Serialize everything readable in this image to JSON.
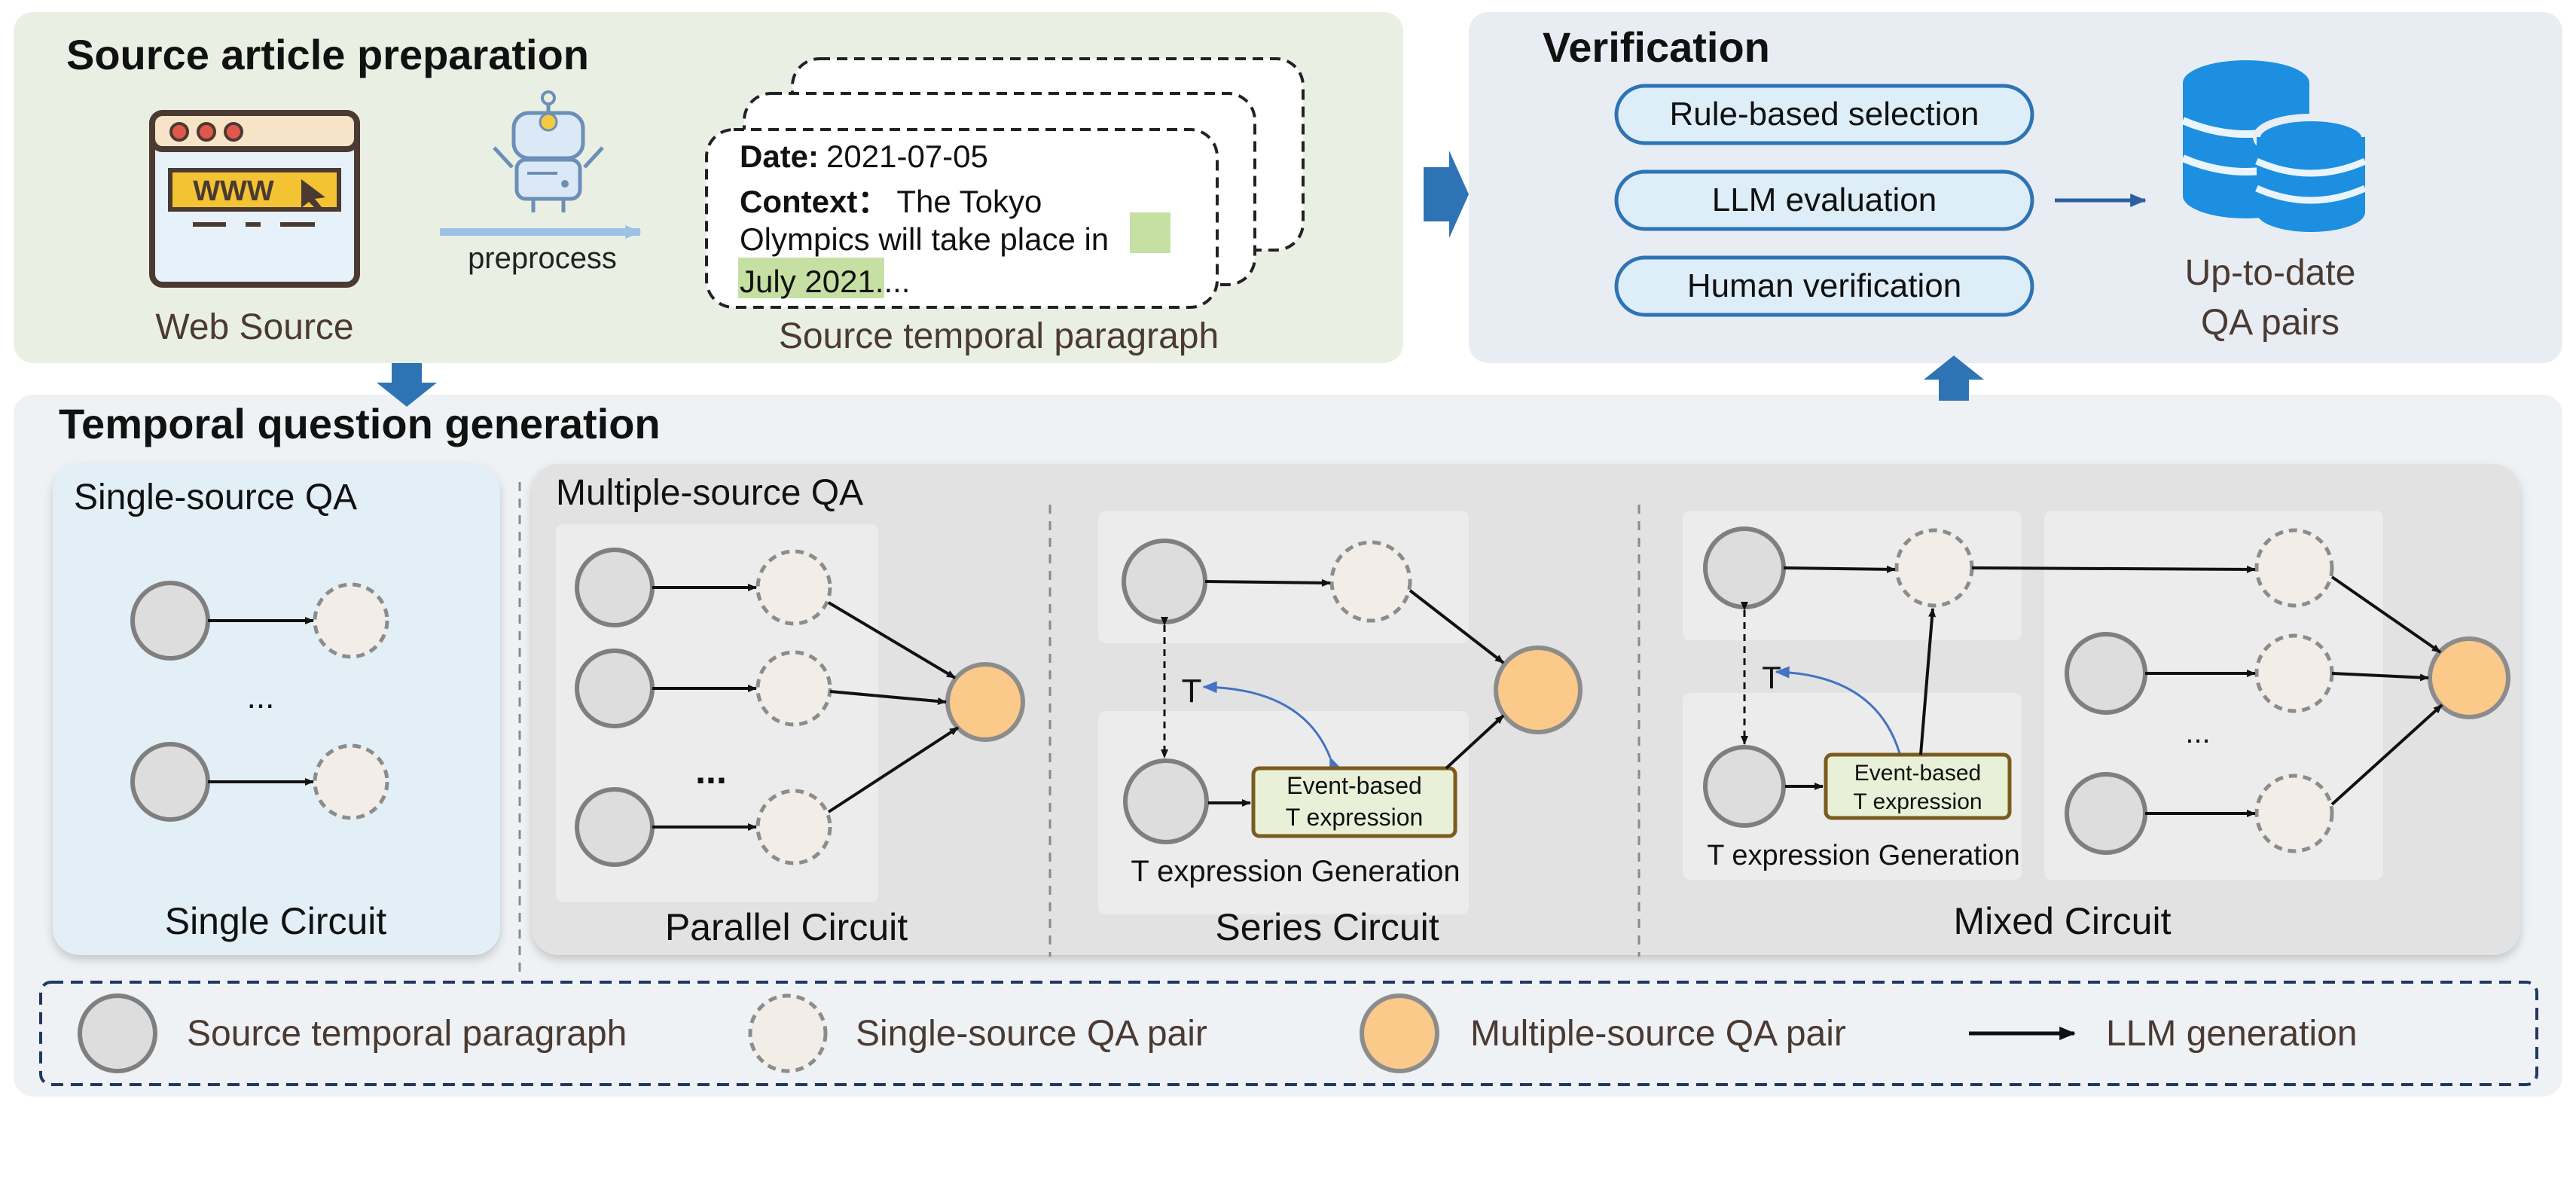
{
  "source_prep": {
    "title": "Source article preparation",
    "web_source_label": "Web Source",
    "www_text": "WWW",
    "preprocess_label": "preprocess",
    "paper_date_key": "Date:",
    "paper_date_value": "2021-07-05",
    "paper_context_key": "Context：",
    "paper_context_line1": "The Tokyo",
    "paper_context_line2a": "Olympics will take place ",
    "paper_context_line2b": "in",
    "paper_context_line3a": "July 2021",
    "paper_context_line3b": "....",
    "paper_label": "Source temporal paragraph"
  },
  "verification": {
    "title": "Verification",
    "buttons": [
      "Rule-based selection",
      "LLM evaluation",
      "Human verification"
    ],
    "output_line1": "Up-to-date",
    "output_line2": "QA pairs"
  },
  "generation": {
    "title": "Temporal question generation",
    "single_title": "Single-source QA",
    "single_caption": "Single Circuit",
    "ellipsis": "...",
    "multi_title": "Multiple-source QA",
    "parallel_caption": "Parallel Circuit",
    "series_caption": "Series Circuit",
    "mixed_caption": "Mixed Circuit",
    "t_symbol": "T",
    "event_box_line1": "Event-based",
    "event_box_line2": "T expression",
    "t_gen_label": "T expression Generation"
  },
  "legend": {
    "source": "Source temporal paragraph",
    "single": "Single-source QA pair",
    "multiple": "Multiple-source QA pair",
    "llm": "LLM generation"
  },
  "colors": {
    "source_panel_bg": "#e9f0e3",
    "verification_panel_bg": "#e8edf4",
    "generation_panel_bg": "#eef2f4",
    "single_panel_bg": "#e2eff6",
    "multi_panel_bg": "#e2e2e2",
    "node_gray": "#dddddd",
    "node_single_fill": "#f3ede8",
    "node_multi_fill": "#fbc98a",
    "event_box_fill": "#e8f0d8",
    "event_box_border": "#7a5c1e",
    "arrow_blue": "#2e74b5",
    "pill_border": "#2e74b5",
    "pill_fill": "#deeef9",
    "highlight": "#c6e0a4"
  },
  "icons": [
    "browser-icon",
    "robot-icon",
    "database-icon",
    "arrow-right-icon",
    "arrow-down-icon",
    "arrow-up-icon"
  ]
}
